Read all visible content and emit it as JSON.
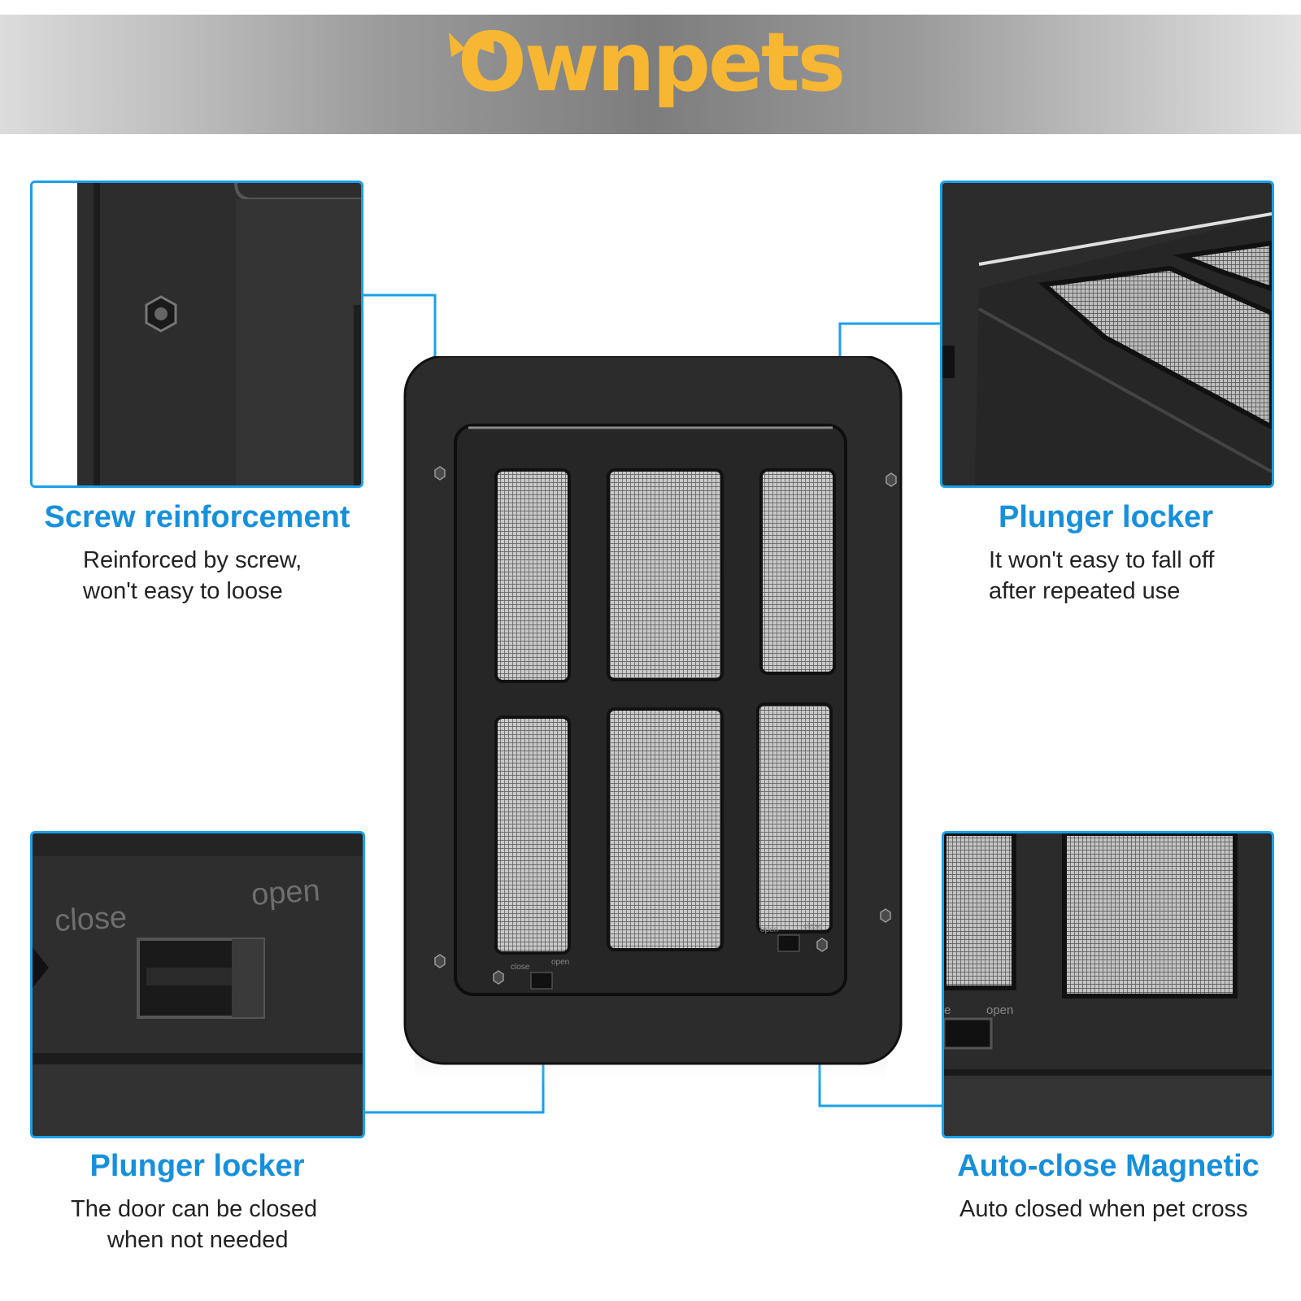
{
  "brand": {
    "name": "Ownpets",
    "color": "#f7b733"
  },
  "features": [
    {
      "title": "Screw reinforcement",
      "line1": "Reinforced by screw,",
      "line2": "won't easy to loose"
    },
    {
      "title": "Plunger locker",
      "line1": "It won't easy to fall off",
      "line2": "after repeated use"
    },
    {
      "title": "Plunger locker",
      "line1": "The door can be closed",
      "line2": "when not needed"
    },
    {
      "title": "Auto-close Magnetic",
      "line1": "Auto closed when pet cross",
      "line2": ""
    }
  ],
  "switch_labels": {
    "close": "close",
    "open": "open"
  },
  "colors": {
    "accent": "#1aa0e8",
    "title": "#1690dc",
    "door": "#2b2b2b"
  }
}
